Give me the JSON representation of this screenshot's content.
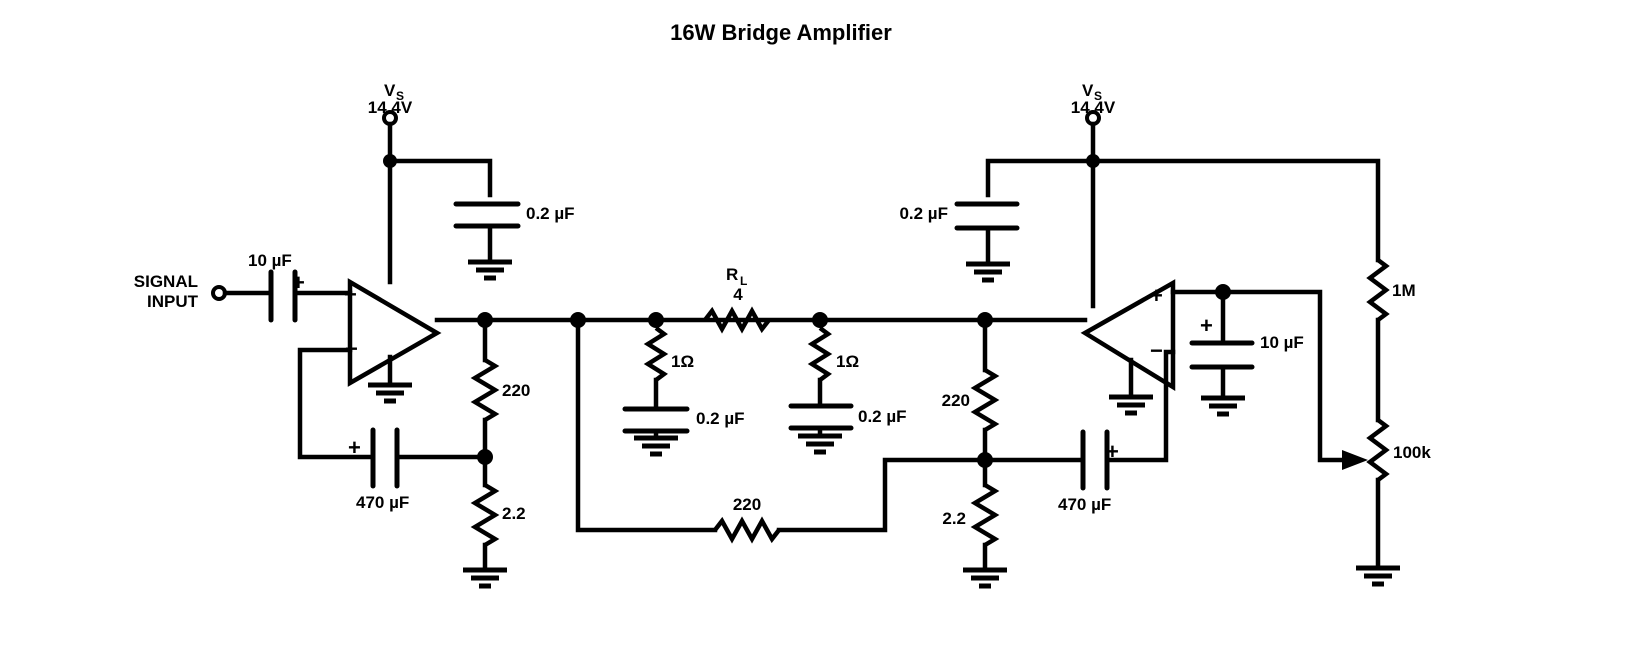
{
  "title": "16W Bridge Amplifier",
  "supply": {
    "left": {
      "name": "V",
      "subscript": "S",
      "voltage": "14.4V"
    },
    "right": {
      "name": "V",
      "subscript": "S",
      "voltage": "14.4V"
    }
  },
  "input": {
    "line1": "SIGNAL",
    "line2": "INPUT"
  },
  "components": {
    "c_input": "10 µF",
    "c_supply_left": "0.2 µF",
    "c_supply_right": "0.2 µF",
    "c_feedback_left": "470 µF",
    "c_feedback_right": "470 µF",
    "c_snubber_left": "0.2 µF",
    "c_snubber_right": "0.2 µF",
    "c_bias": "10 µF",
    "r_load_name": "R",
    "r_load_sub": "L",
    "r_load_value": "4",
    "r_snubber_left": "1Ω",
    "r_snubber_right": "1Ω",
    "r_fb_left_top": "220",
    "r_fb_left_bottom": "2.2",
    "r_fb_right_top": "220",
    "r_fb_right_bottom": "2.2",
    "r_cross": "220",
    "r_bias_top": "1M",
    "r_pot": "100k"
  },
  "opamp_pins": {
    "plus": "+",
    "minus": "−"
  },
  "polarity": "+"
}
